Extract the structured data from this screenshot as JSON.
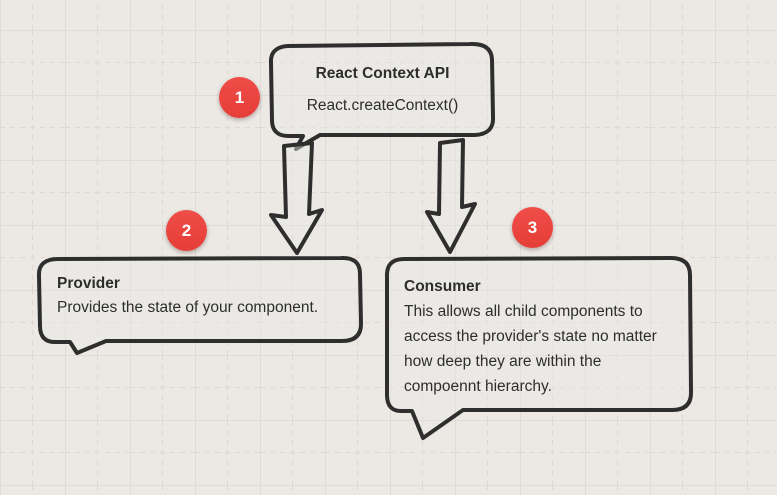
{
  "canvas": {
    "background_color": "#ece9e5",
    "grid_solid_color": "#dfdbd6",
    "grid_dashed_color": "#e0d6d2",
    "stroke_color": "#2e2e2e",
    "badge_color": "#e8423d"
  },
  "nodes": {
    "context": {
      "badge": "1",
      "title": "React Context API",
      "subtitle": "React.createContext()"
    },
    "provider": {
      "badge": "2",
      "title": "Provider",
      "lines": [
        "Provides the state of your component."
      ]
    },
    "consumer": {
      "badge": "3",
      "title": "Consumer",
      "lines": [
        "This allows all child components to",
        "access the provider's state no matter",
        "how deep they are within the",
        "compoennt hierarchy."
      ]
    }
  }
}
